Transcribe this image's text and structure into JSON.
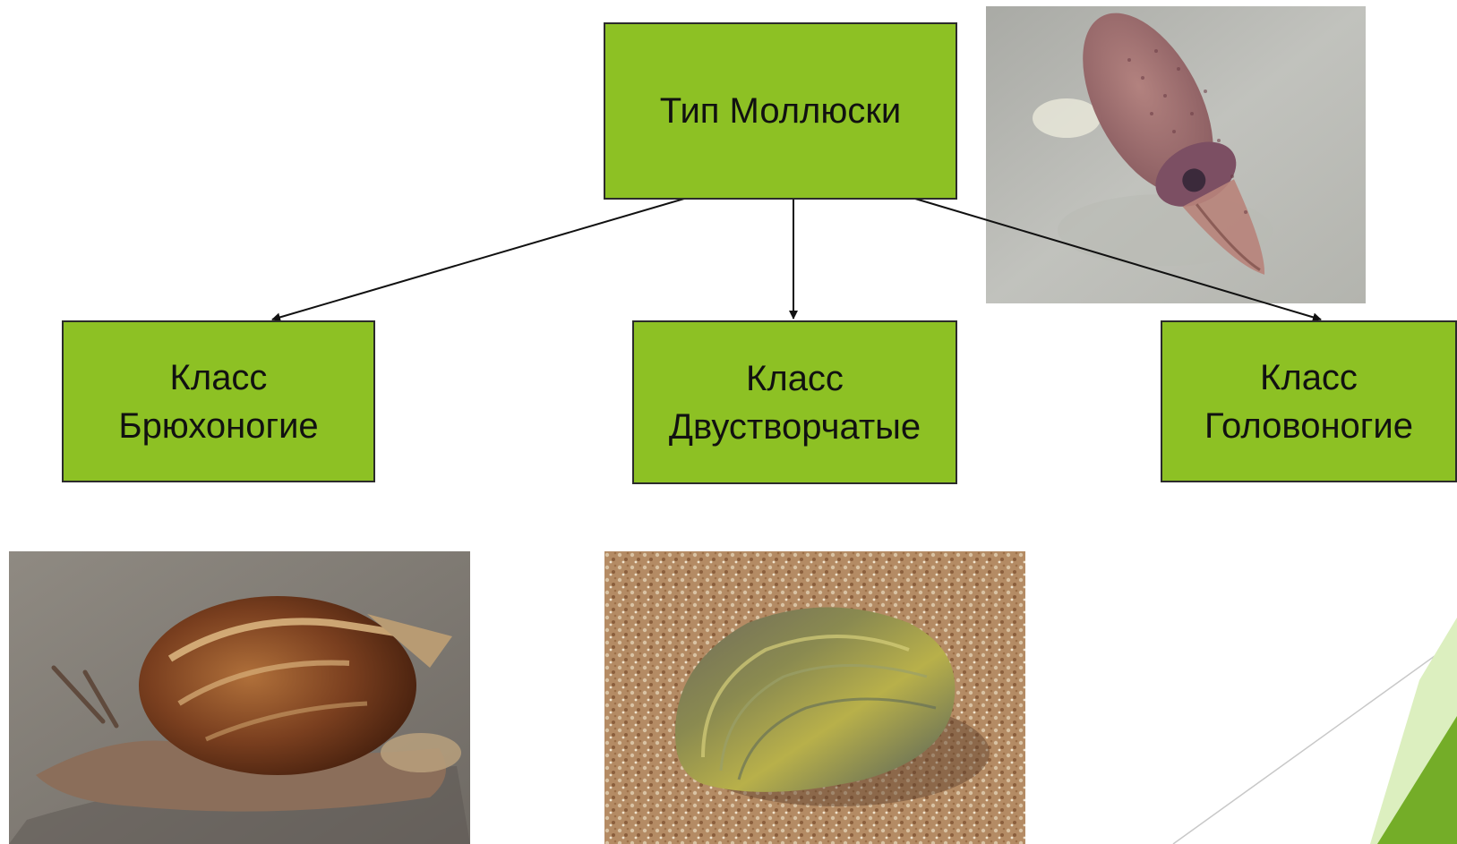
{
  "diagram": {
    "root": {
      "label": "Тип Моллюски"
    },
    "classes": [
      {
        "id": "gastropoda",
        "label": "Класс Брюхоногие"
      },
      {
        "id": "bivalvia",
        "label": "Класс Двустворчатые"
      },
      {
        "id": "cephalopoda",
        "label": "Класс Головоногие"
      }
    ],
    "images": [
      {
        "name": "squid-photo",
        "subject": "squid"
      },
      {
        "name": "snail-photo",
        "subject": "snail"
      },
      {
        "name": "mussel-photo",
        "subject": "freshwater mussel"
      }
    ]
  },
  "colors": {
    "node_fill": "#8dc124",
    "node_border": "#2b2b2b",
    "accent_light": "#cfe6a2",
    "accent_dark": "#6aa121"
  }
}
